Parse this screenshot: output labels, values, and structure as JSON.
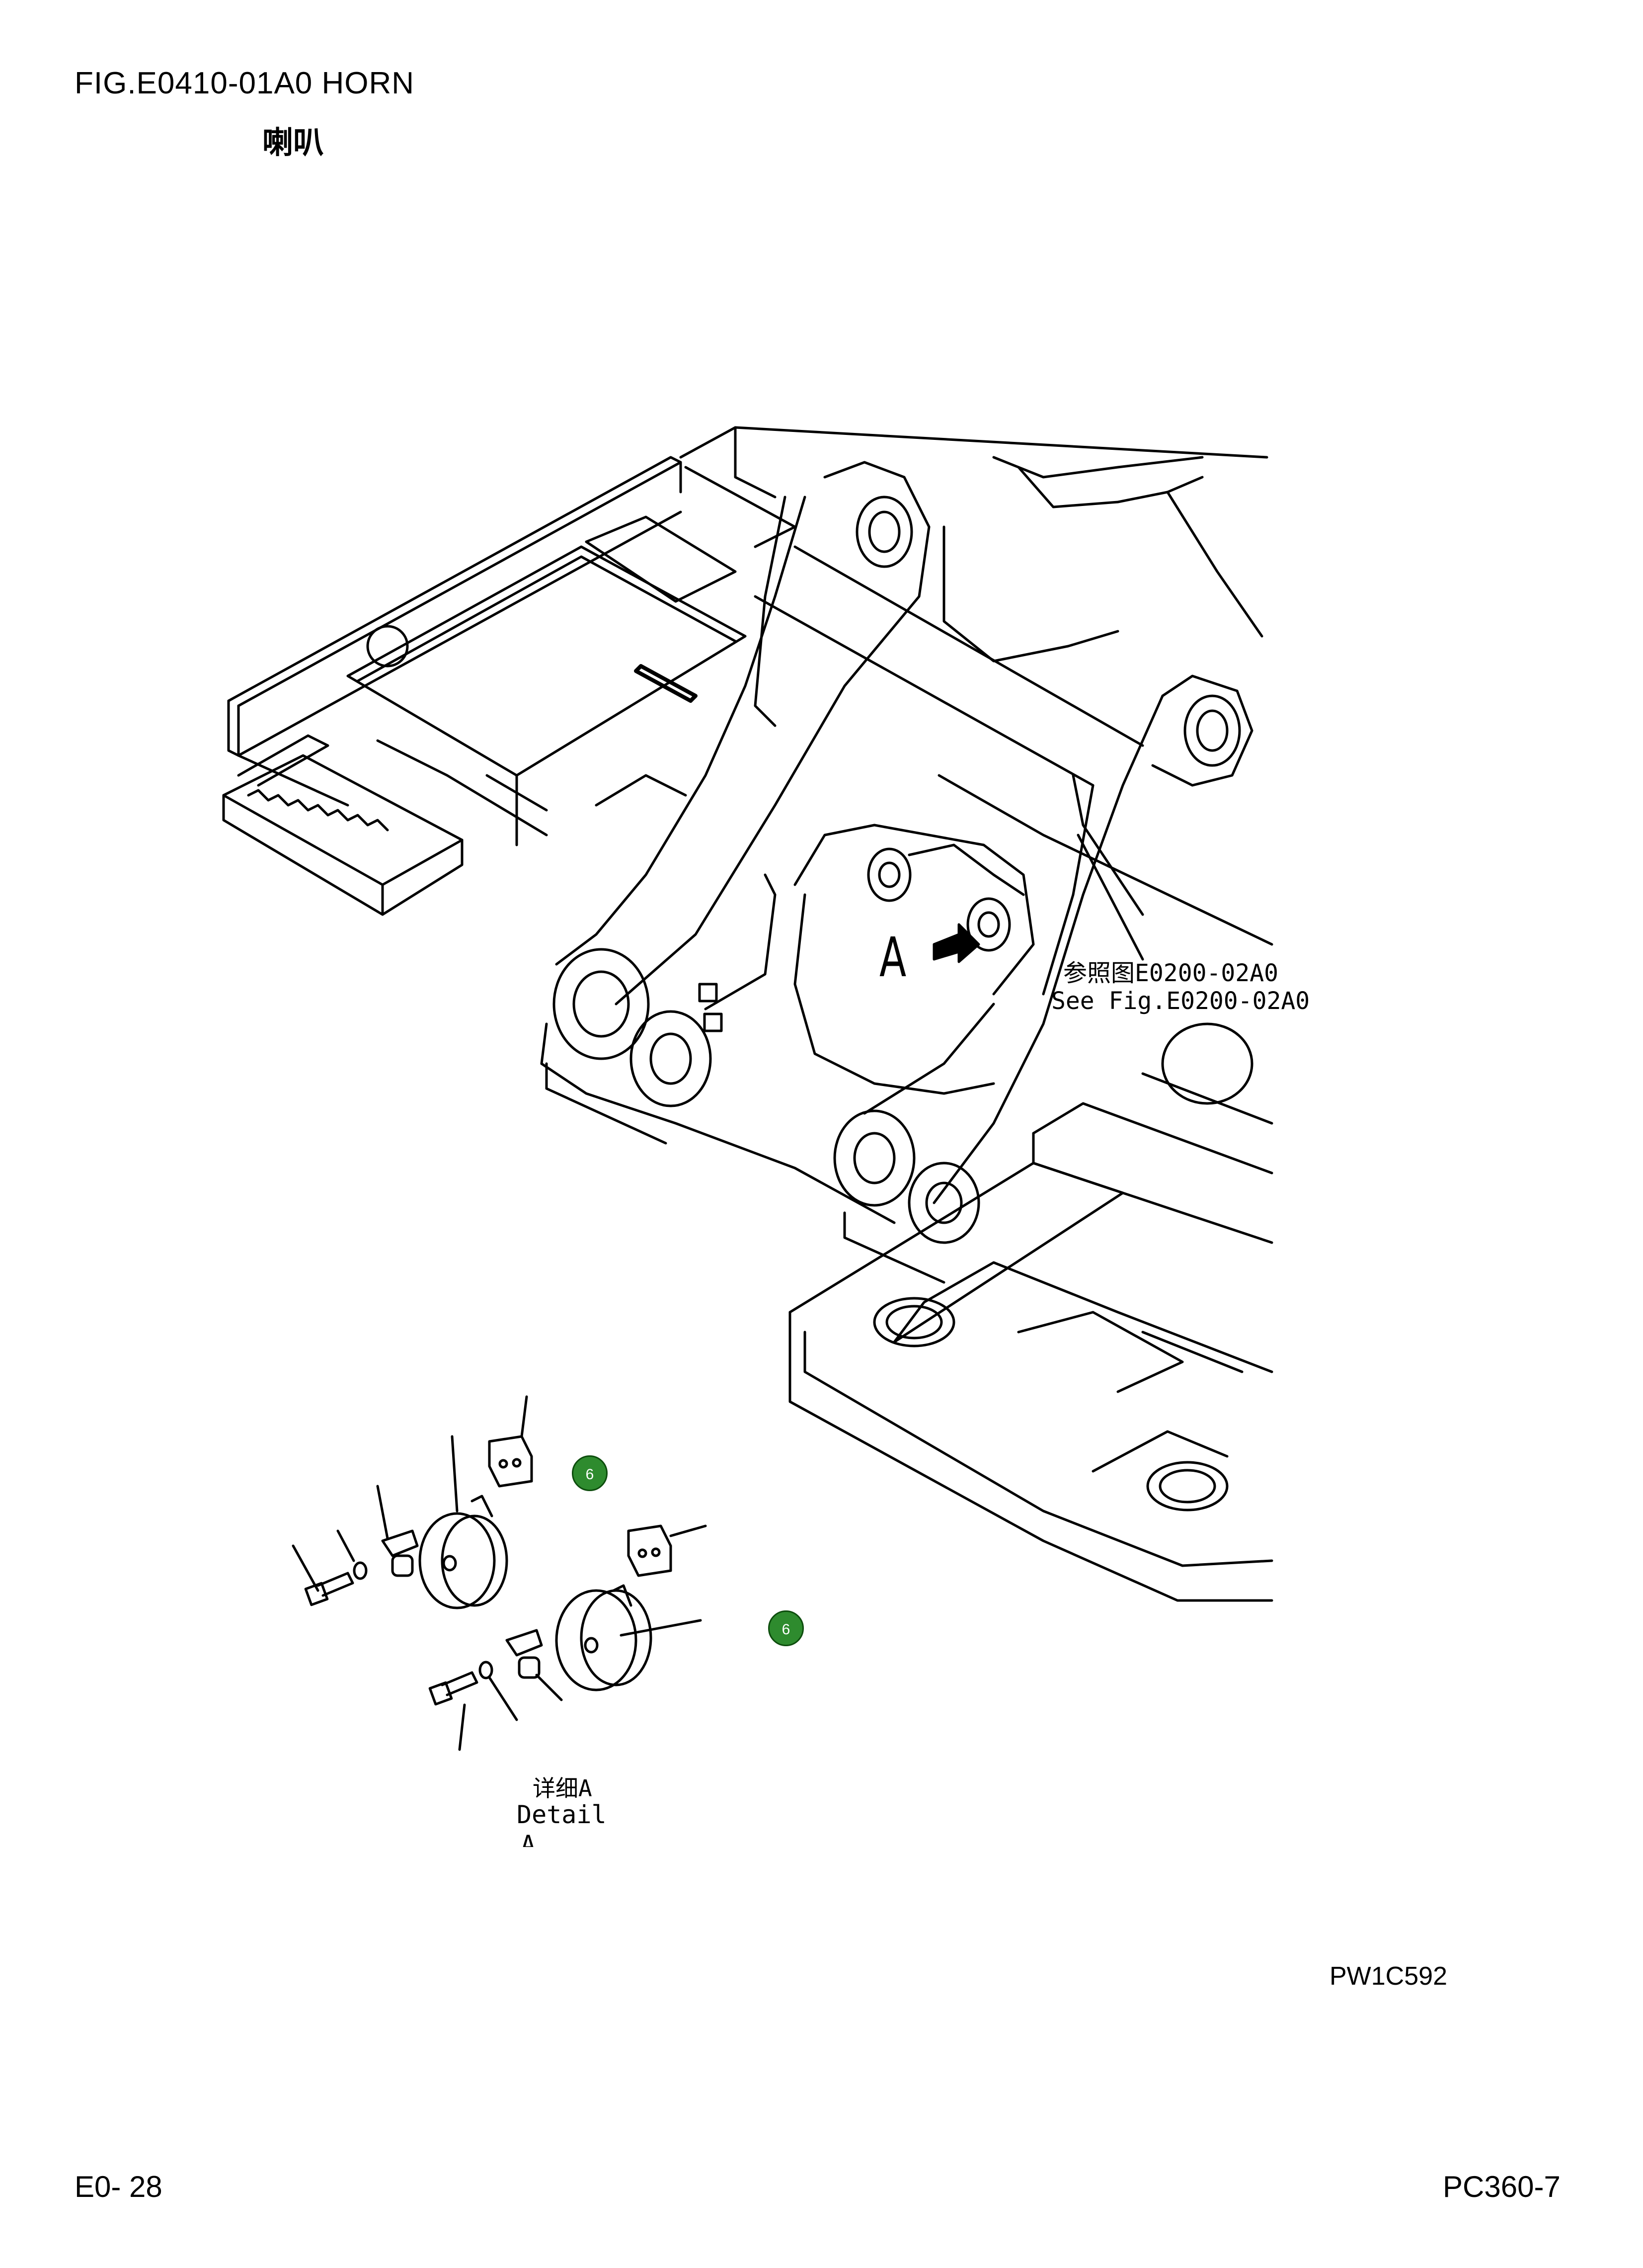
{
  "header": {
    "figure_title": "FIG.E0410-01A0    HORN",
    "figure_title_cn": "喇叭"
  },
  "drawing": {
    "view_callout": "A",
    "reference_cn": "参照图E0200-02A0",
    "reference_en": "See Fig.E0200-02A0",
    "detail_label_cn": "详细A",
    "detail_label_en": "Detail",
    "detail_label_letter": "A",
    "part_callouts": [
      "6",
      "6"
    ],
    "callout_color": "#2e8b2e"
  },
  "footer": {
    "drawing_code": "PW1C592",
    "page_number": "E0- 28",
    "model_number": "PC360-7"
  }
}
